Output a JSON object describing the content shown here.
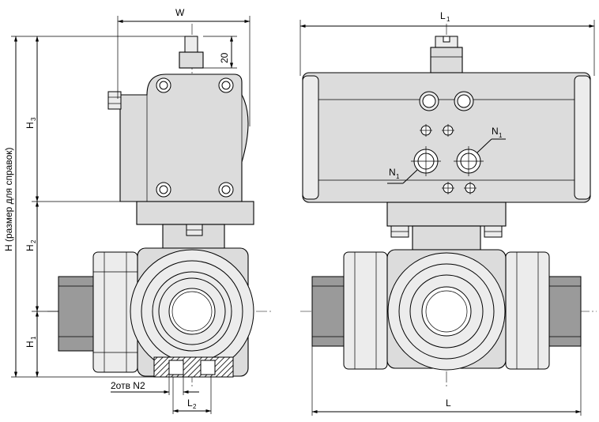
{
  "labels": {
    "w": "W",
    "h1": "H",
    "h1_sub": "1",
    "h2": "H",
    "h2_sub": "2",
    "h3": "H",
    "h3_sub": "3",
    "h_total": "H (размер для справок)",
    "dim_20": "20",
    "holes": "2отв N2",
    "l2": "L",
    "l2_sub": "2",
    "l1": "L",
    "l1_sub": "1",
    "l": "L",
    "n1_top": "N",
    "n1_top_sub": "1",
    "n1_left": "N",
    "n1_left_sub": "1"
  },
  "colors": {
    "body": "#dcdcdc",
    "light": "#ececec",
    "dark": "#9a9a9a",
    "line": "#000000"
  }
}
